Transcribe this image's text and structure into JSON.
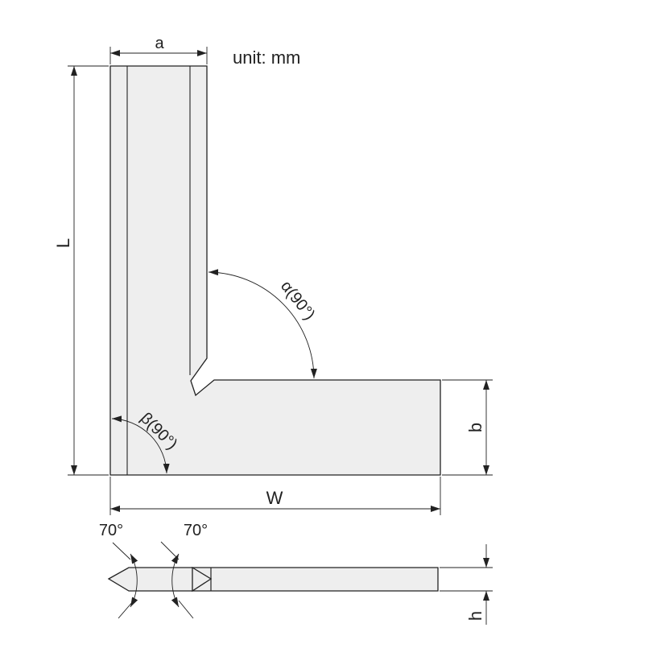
{
  "unit_note": "unit: mm",
  "labels": {
    "a": "a",
    "L": "L",
    "W": "W",
    "b": "b",
    "h": "h",
    "alpha": "α(90°)",
    "beta": "β(90°)",
    "bevel_left": "70°",
    "bevel_right": "70°"
  },
  "colors": {
    "part_fill": "#eeeeee",
    "line": "#222222"
  }
}
